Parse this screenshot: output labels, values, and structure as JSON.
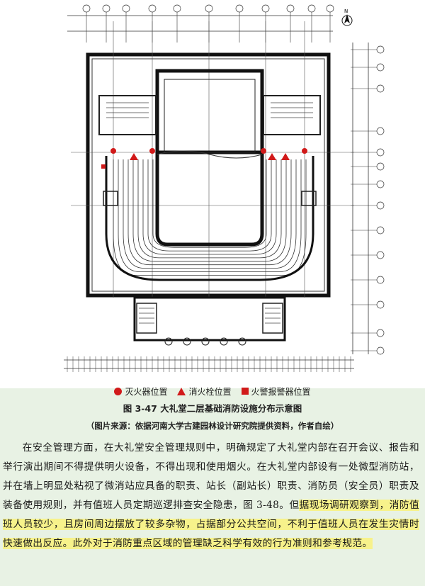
{
  "figure": {
    "compass": "N",
    "legend": [
      {
        "symbol": "circle",
        "label": "灭火器位置",
        "color": "#d11a1a"
      },
      {
        "symbol": "triangle",
        "label": "消火栓位置",
        "color": "#d11a1a"
      },
      {
        "symbol": "square",
        "label": "火警报警器位置",
        "color": "#d11a1a"
      }
    ],
    "caption": "图 3-47  大礼堂二层基础消防设施分布示意图",
    "source": "（图片来源：依据河南大学古建园林设计研究院提供资料，作者自绘）"
  },
  "body": {
    "text_plain": "在安全管理方面，在大礼堂安全管理规则中，明确规定了大礼堂内部在召开会议、报告和举行演出期间不得提供明火设备，不得出现和使用烟火。在大礼堂内部设有一处微型消防站，并在墙上明显处粘视了微消站应具备的职责、站长（副站长）职责、消防员（安全员）职责及装备使用规则，并有值班人员定期巡逻排查安全隐患，图 3-48。但",
    "text_highlighted": "据现场调研观察到，消防值班人员较少，且房间周边摆放了较多杂物，占据部分公共空间，不利于值班人员在发生灾情时快速做出反应。此外对于消防重点区域的管理缺乏科学有效的行为准则和参考规范。"
  },
  "colors": {
    "page_background": "#e8f2e4",
    "highlight": "#f7f28b",
    "marker": "#d11a1a"
  }
}
